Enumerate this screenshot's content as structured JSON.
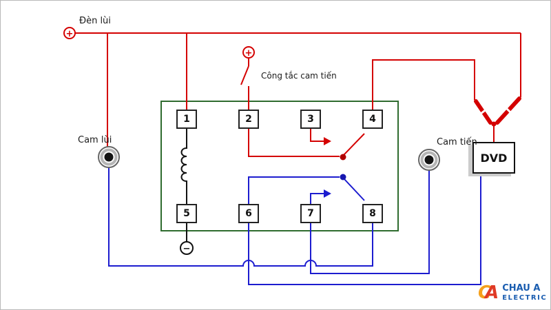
{
  "labels": {
    "reverse_light": "Đèn lùi",
    "forward_cam_switch": "Công tắc cam tiến",
    "reverse_camera": "Cam lùi",
    "forward_camera": "Cam tiến",
    "dvd": "DVD"
  },
  "relay": {
    "pins": [
      "1",
      "2",
      "3",
      "4",
      "5",
      "6",
      "7",
      "8"
    ]
  },
  "terminals": {
    "positive": "+",
    "negative": "−"
  },
  "watermark": {
    "logo_c": "C",
    "logo_a": "A",
    "name": "CHAU A",
    "subtitle": "ELECTRIC"
  },
  "colors": {
    "wire_positive": "#d40000",
    "wire_video": "#1c1ccf",
    "wire_ground": "#111111",
    "relay_border": "#2e6b2e",
    "brand_orange": "#f5a11c",
    "brand_red": "#e03a26",
    "brand_blue": "#1a5db0"
  }
}
